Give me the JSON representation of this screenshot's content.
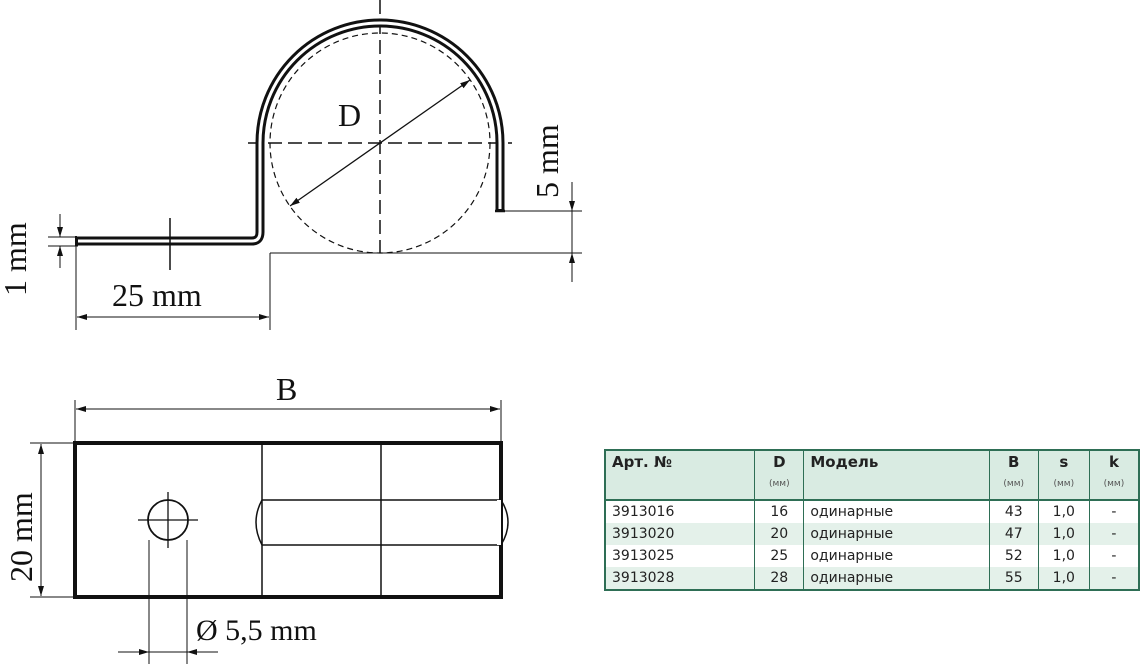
{
  "side_view": {
    "diameter_label": "D",
    "height_label": "5 mm",
    "thickness_label": "1 mm",
    "flange_label": "25 mm"
  },
  "top_view": {
    "length_label": "B",
    "width_label": "20 mm",
    "hole_label": "Ø 5,5 mm"
  },
  "table": {
    "headers": {
      "art": "Арт. №",
      "d": "D",
      "d_unit": "(мм)",
      "model": "Модель",
      "b": "B",
      "b_unit": "(мм)",
      "s": "s",
      "s_unit": "(мм)",
      "k": "k",
      "k_unit": "(мм)"
    },
    "rows": [
      {
        "art": "3913016",
        "d": "16",
        "model": "одинарные",
        "b": "43",
        "s": "1,0",
        "k": "-"
      },
      {
        "art": "3913020",
        "d": "20",
        "model": "одинарные",
        "b": "47",
        "s": "1,0",
        "k": "-"
      },
      {
        "art": "3913025",
        "d": "25",
        "model": "одинарные",
        "b": "52",
        "s": "1,0",
        "k": "-"
      },
      {
        "art": "3913028",
        "d": "28",
        "model": "одинарные",
        "b": "55",
        "s": "1,0",
        "k": "-"
      }
    ]
  }
}
